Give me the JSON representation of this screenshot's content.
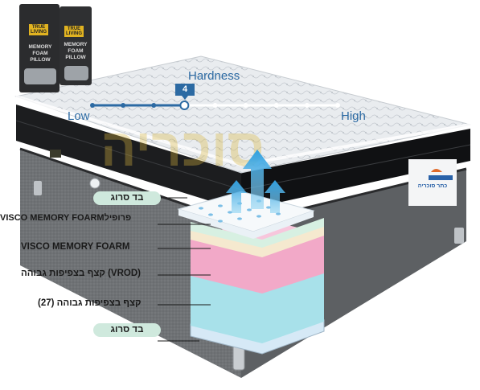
{
  "pillows": [
    {
      "brand": "TRUE\nLIVING",
      "line1": "MEMORY",
      "line2": "FOAM",
      "line3": "PILLOW"
    },
    {
      "brand": "TRUE\nLIVING",
      "line1": "MEMORY",
      "line2": "FOAM",
      "line3": "PILLOW"
    }
  ],
  "hardness": {
    "title": "Hardness",
    "low": "Low",
    "high": "High",
    "level": "4",
    "steps": 9
  },
  "watermark": "סוכריה",
  "brand_tag": "כתר סוכריה",
  "layers": [
    {
      "label": "בד סרוג",
      "style": "pill"
    },
    {
      "label": "VISCO MEMORY FOARMפרופיל",
      "style": "text"
    },
    {
      "label": "VISCO MEMORY FOARM",
      "style": "box"
    },
    {
      "label": "קצף בצפיפות גבוהה (VROD)",
      "style": "box"
    },
    {
      "label": "קצף בצפיפות גבוהה (27)",
      "style": "box"
    },
    {
      "label": "בד סרוג",
      "style": "pill"
    }
  ],
  "colors": {
    "accent": "#2c6aa3",
    "pill_bg": "#cfe9dd",
    "pink_layer": "#f2a9c8",
    "blue_layer": "#a8e1ea",
    "arrow": "#4ab3e6"
  }
}
